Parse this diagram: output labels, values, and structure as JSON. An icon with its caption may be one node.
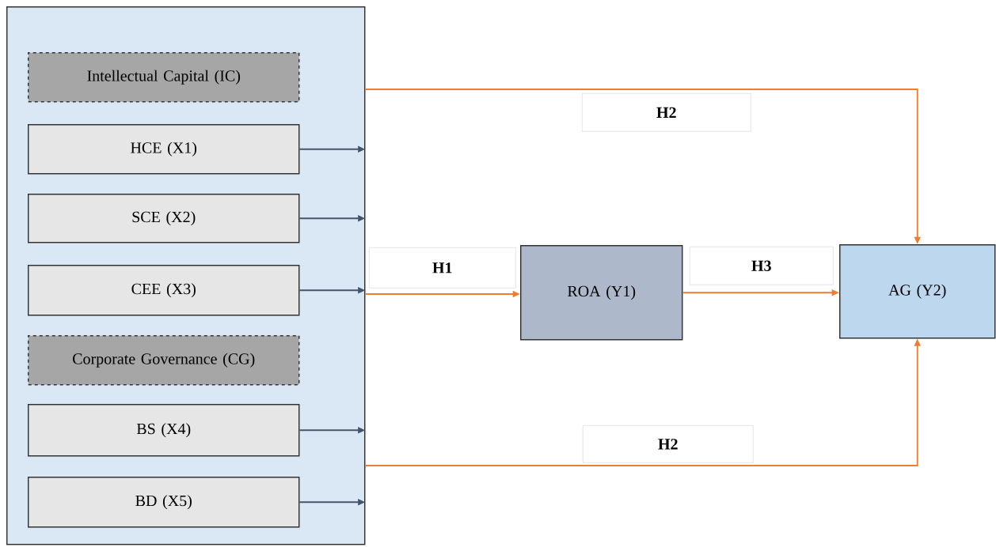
{
  "diagram": {
    "nodes": [
      {
        "text": [],
        "shape": "box"
      },
      {
        "text": [
          "Intellectual Capital (IC)"
        ],
        "in": 0
      },
      {
        "text": [
          "HCE (X1)"
        ],
        "in": 0
      },
      {
        "text": [
          "SCE (X2)"
        ],
        "in": 0
      },
      {
        "text": [
          "CEE (X3)"
        ],
        "in": 0
      },
      {
        "text": [
          "Corporate Governance (CG)"
        ],
        "in": 0
      },
      {
        "text": [
          "BS (X4)"
        ],
        "in": 0
      },
      {
        "text": [
          "BD (X5)"
        ],
        "in": 0
      },
      {
        "text": [
          "ROA (Y1)"
        ]
      },
      {
        "text": [
          "AG (Y2)"
        ]
      }
    ],
    "edges": [
      {
        "from": 2,
        "to": 0,
        "arrow": "to"
      },
      {
        "from": 3,
        "to": 0,
        "arrow": "to"
      },
      {
        "from": 4,
        "to": 0,
        "arrow": "to"
      },
      {
        "from": 6,
        "to": 0,
        "arrow": "to"
      },
      {
        "from": 7,
        "to": 0,
        "arrow": "to"
      },
      {
        "from": 0,
        "to": 9,
        "arrow": "to",
        "label": "H2",
        "color": "#ed7d31"
      },
      {
        "from": 0,
        "to": 8,
        "arrow": "to",
        "label": "H1",
        "color": "#ed7d31"
      },
      {
        "from": 8,
        "to": 9,
        "arrow": "to",
        "label": "H3",
        "color": "#ed7d31"
      },
      {
        "from": 0,
        "to": 9,
        "arrow": "to",
        "label": "H2",
        "color": "#ed7d31"
      }
    ]
  }
}
